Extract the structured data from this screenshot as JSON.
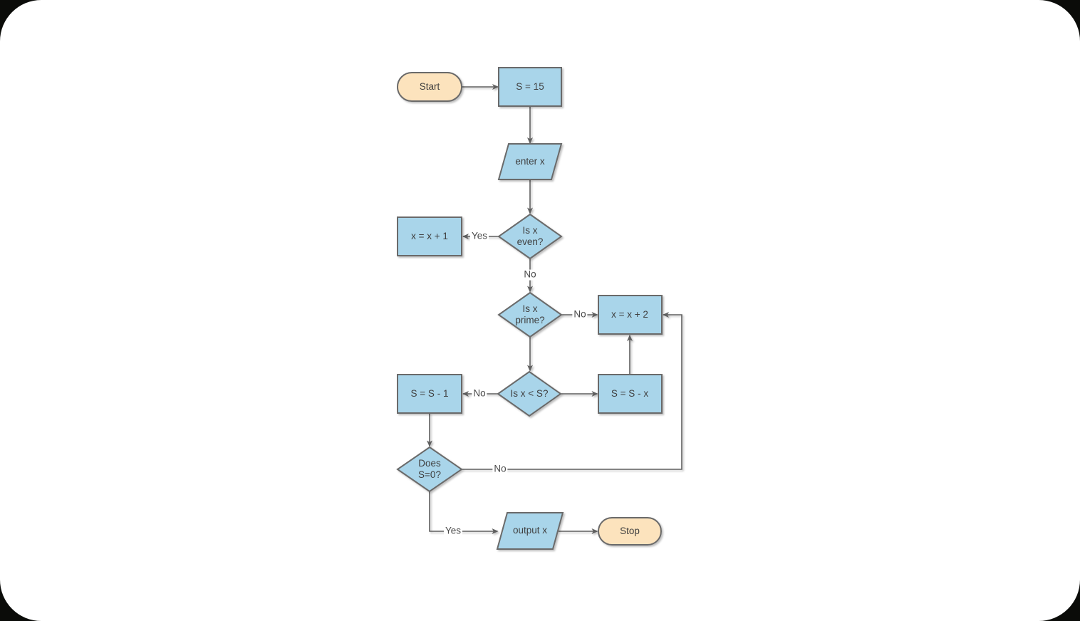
{
  "diagram": {
    "type": "flowchart",
    "palette": {
      "process_fill": "#a9d5ea",
      "terminal_fill": "#fce3bd",
      "shape_border": "#6a6a6a",
      "connector_color": "#5e5e5e",
      "text_color": "#404040",
      "canvas_background": "#ffffff",
      "frame_background": "#0b0c09"
    },
    "nodes": {
      "start": {
        "label": "Start",
        "type": "terminator"
      },
      "s15": {
        "label": "S = 15",
        "type": "process"
      },
      "enter_x": {
        "label": "enter x",
        "type": "input"
      },
      "is_even": {
        "label": "Is x even?",
        "type": "decision"
      },
      "x_plus_1": {
        "label": "x = x + 1",
        "type": "process"
      },
      "is_prime": {
        "label": "Is x prime?",
        "type": "decision"
      },
      "x_plus_2": {
        "label": "x = x + 2",
        "type": "process"
      },
      "is_less": {
        "label": "Is x < S?",
        "type": "decision"
      },
      "s_minus_1": {
        "label": "S = S - 1",
        "type": "process"
      },
      "s_minus_x": {
        "label": "S = S - x",
        "type": "process"
      },
      "is_zero": {
        "label": "Does S=0?",
        "type": "decision"
      },
      "output_x": {
        "label": "output x",
        "type": "input"
      },
      "stop": {
        "label": "Stop",
        "type": "terminator"
      }
    },
    "edges": [
      {
        "from": "start",
        "to": "s15",
        "label": ""
      },
      {
        "from": "s15",
        "to": "enter_x",
        "label": ""
      },
      {
        "from": "enter_x",
        "to": "is_even",
        "label": ""
      },
      {
        "from": "is_even",
        "to": "x_plus_1",
        "label": "Yes"
      },
      {
        "from": "is_even",
        "to": "is_prime",
        "label": "No"
      },
      {
        "from": "is_prime",
        "to": "x_plus_2",
        "label": "No"
      },
      {
        "from": "is_prime",
        "to": "is_less",
        "label": ""
      },
      {
        "from": "is_less",
        "to": "s_minus_1",
        "label": "No"
      },
      {
        "from": "is_less",
        "to": "s_minus_x",
        "label": ""
      },
      {
        "from": "s_minus_x",
        "to": "x_plus_2",
        "label": ""
      },
      {
        "from": "s_minus_1",
        "to": "is_zero",
        "label": ""
      },
      {
        "from": "is_zero",
        "to": "x_plus_2",
        "label": "No"
      },
      {
        "from": "is_zero",
        "to": "output_x",
        "label": "Yes"
      },
      {
        "from": "output_x",
        "to": "stop",
        "label": ""
      }
    ]
  }
}
